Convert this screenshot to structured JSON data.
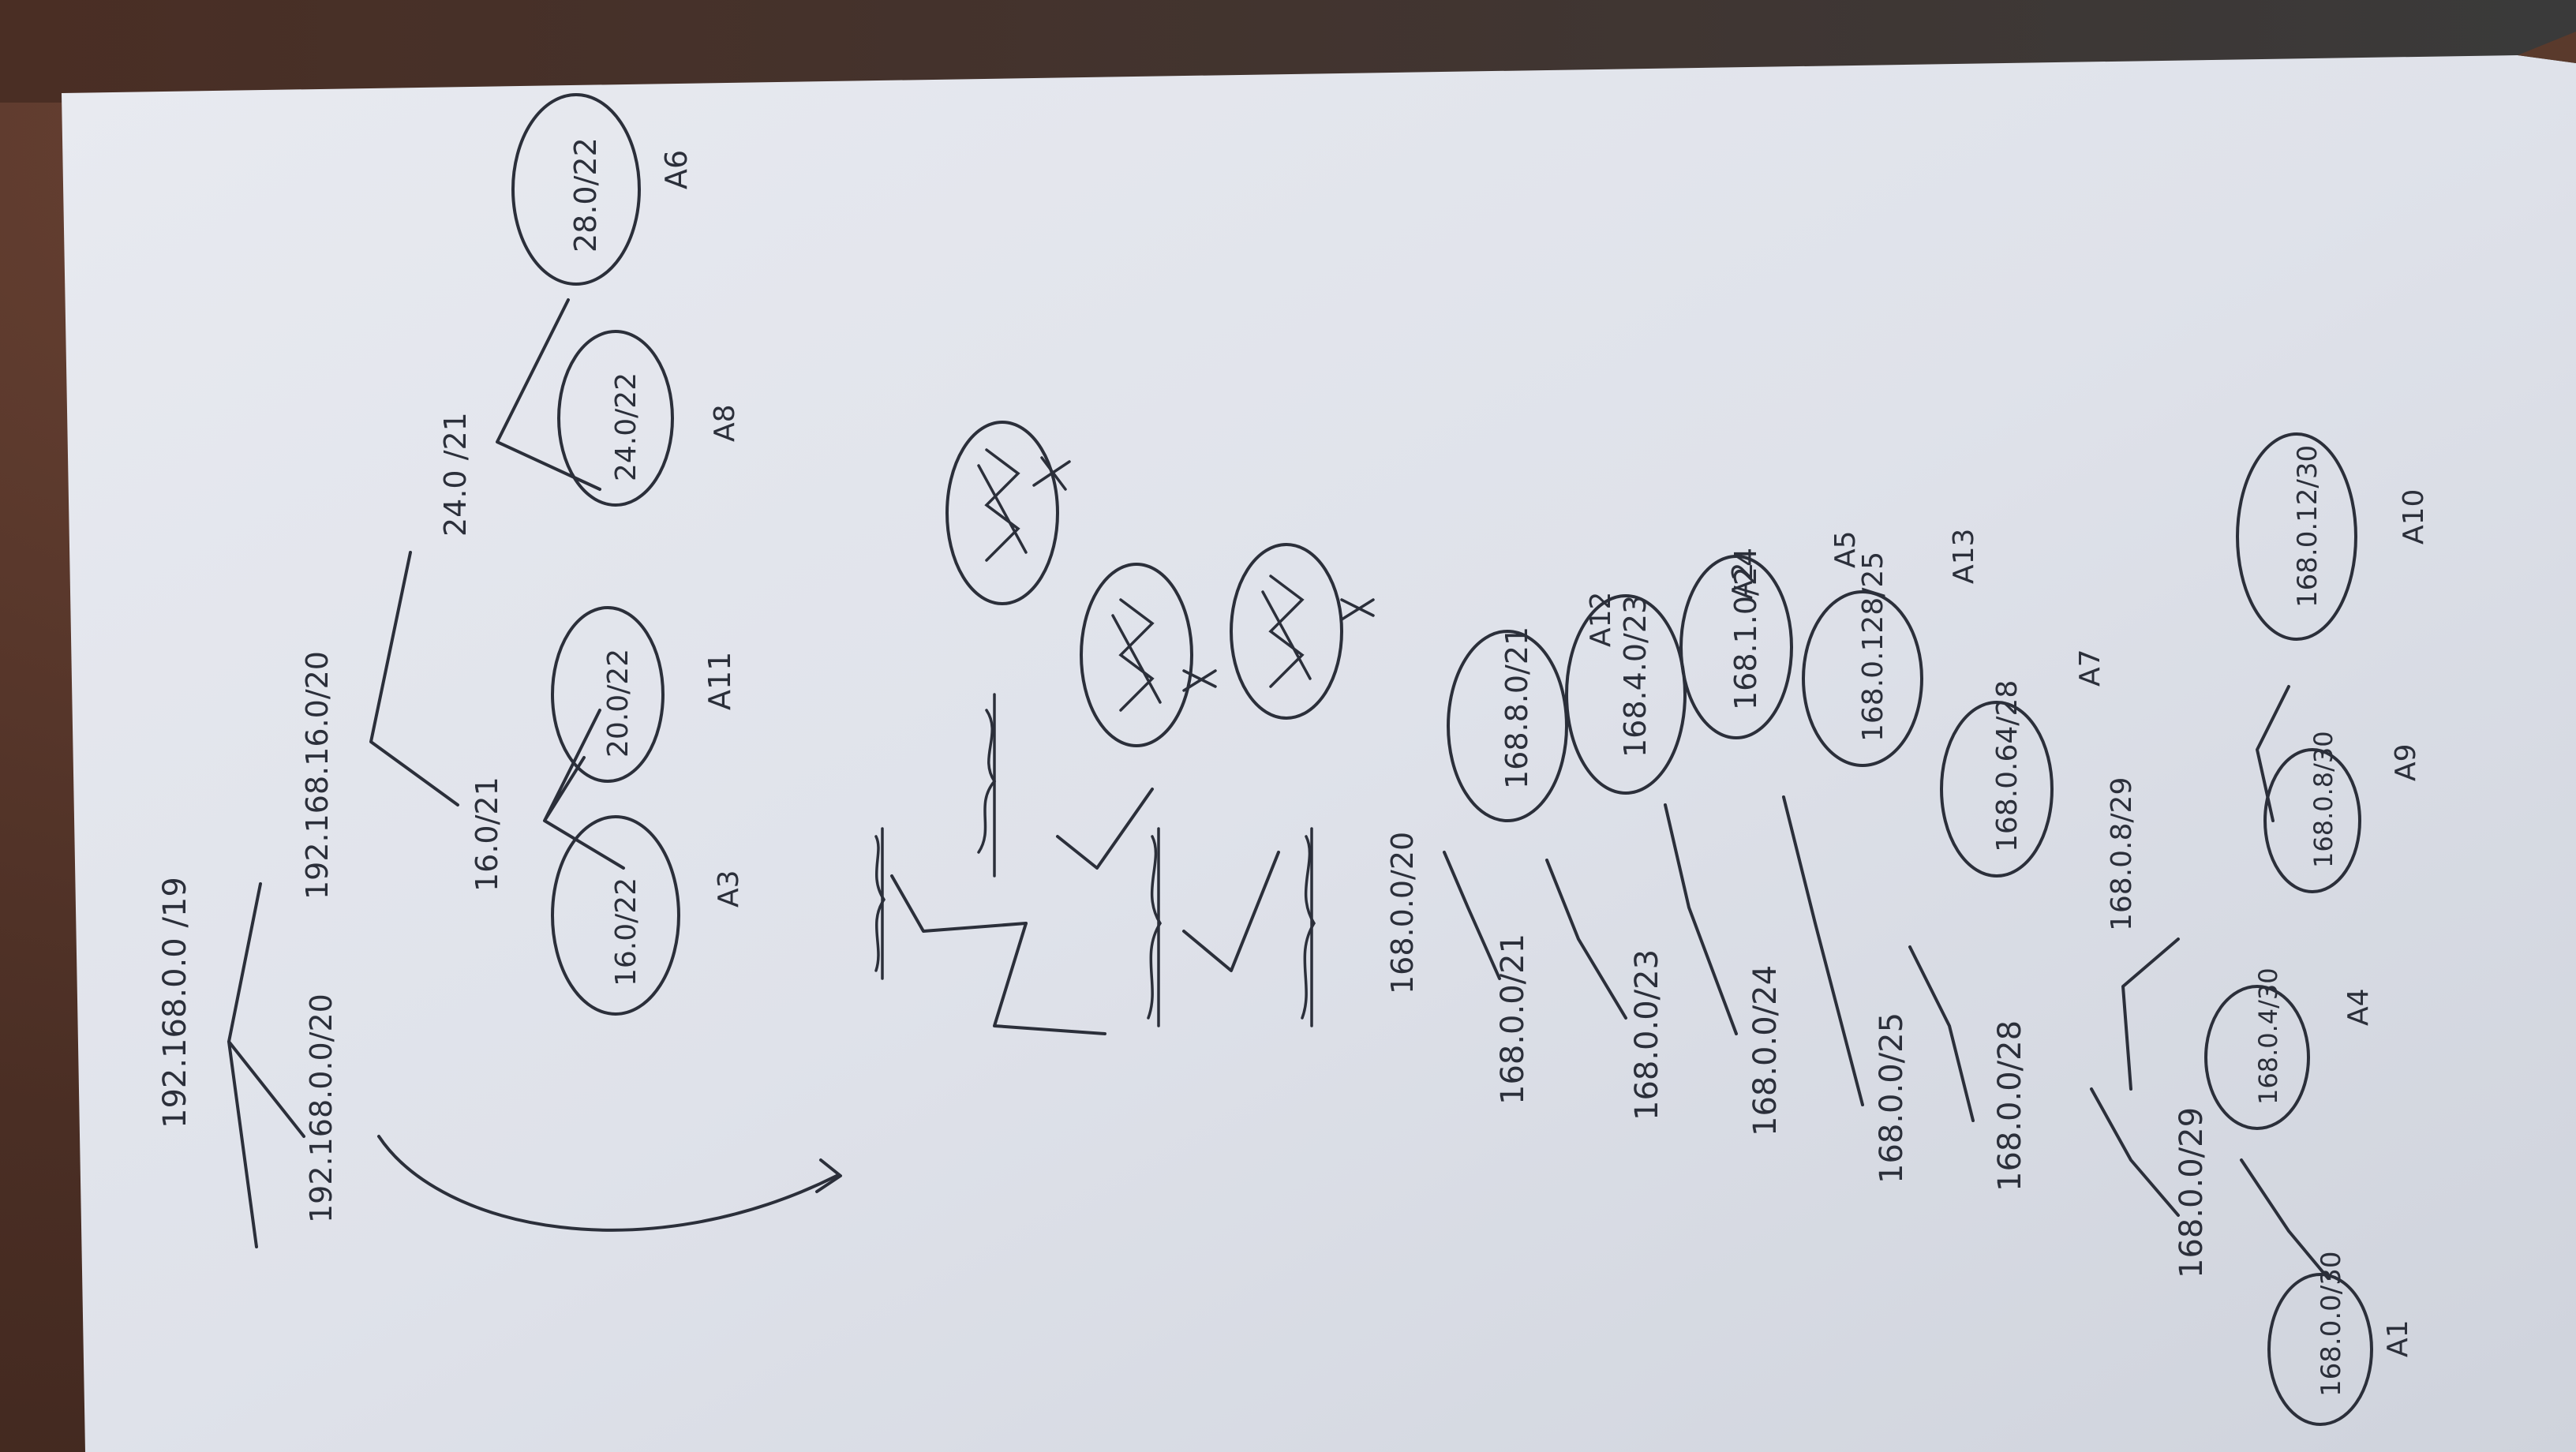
{
  "root": {
    "label": "192.168.0.0 /19"
  },
  "level1": {
    "left": "192.168.0.0/20",
    "right": "192.168.16.0/20"
  },
  "level2": {
    "left": "16.0/21",
    "right": "24.0 /21"
  },
  "level3_16": {
    "left": {
      "label": "16.0/22",
      "name": "A3"
    },
    "right": {
      "label": "20.0/22",
      "name": "A11"
    }
  },
  "level3_24": {
    "left": {
      "label": "24.0/22",
      "name": "A8"
    },
    "right": {
      "label": "28.0/22",
      "name": "A6"
    }
  },
  "left_subtree": {
    "head": "168.0.0/20",
    "blocks": [
      {
        "label": "168.0.0/21",
        "bubble": "168.8.0/21",
        "name": "A12"
      },
      {
        "label": "168.0.0/23",
        "bubble": "168.4.0/23",
        "name": "A2"
      },
      {
        "label": "168.0.0/24",
        "bubble": "168.1.0/24",
        "name": "A5"
      },
      {
        "label": "168.0.0/25",
        "bubble": "168.0.128/25",
        "name": "A13"
      },
      {
        "label": "168.0.0/28",
        "bubble": "168.0.64/28",
        "name": "A7"
      }
    ],
    "bottom": {
      "left_parent": "168.0.0/29",
      "left_a": {
        "label": "168.0.0/30",
        "name": "A1"
      },
      "left_b": {
        "label": "168.0.4/30",
        "name": "A4"
      },
      "right_parent": "168.0.8/29",
      "right_a": {
        "label": "168.0.8/30",
        "name": "A9"
      },
      "right_b": {
        "label": "168.0.12/30",
        "name": "A10"
      }
    }
  }
}
